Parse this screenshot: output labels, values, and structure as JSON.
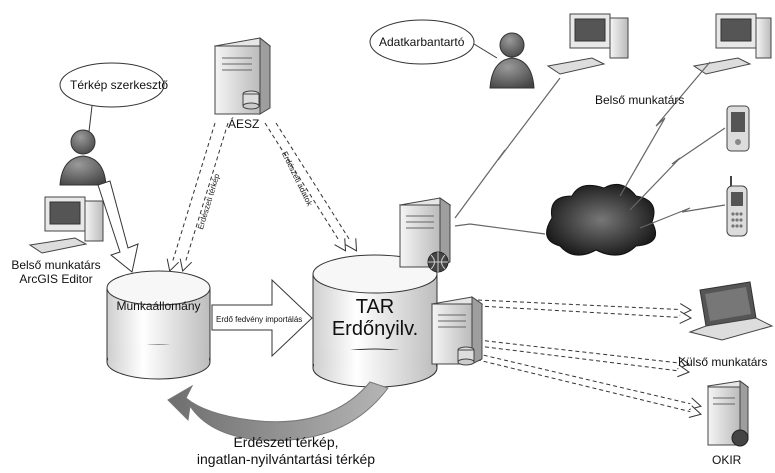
{
  "labels": {
    "map_editor": "Térkép szerkesztő",
    "data_maintainer": "Adatkarbantartó",
    "aesz": "ÁESZ",
    "internal_worker_top": "Belső munkatárs",
    "internal_worker_left_1": "Belső munkatárs",
    "internal_worker_left_2": "ArcGIS Editor",
    "workstation": "Munkaállomány",
    "tar_1": "TAR",
    "tar_2": "Erdőnyilv.",
    "import_label": "Erdő fedvény importálás",
    "forestry_map_vertical": "Erdészeti térkép",
    "forestry_data_vertical": "Erdészeti adatok",
    "external_worker": "Külső munkatárs",
    "okir": "OKIR",
    "caption_line1": "Erdészeti térkép,",
    "caption_line2": "ingatlan-nyilvántartási térkép"
  },
  "colors": {
    "line": "#333333",
    "fill_light": "#f2f2f2",
    "fill_dark": "#555555",
    "arrow_gray": "#8a8a8a"
  }
}
